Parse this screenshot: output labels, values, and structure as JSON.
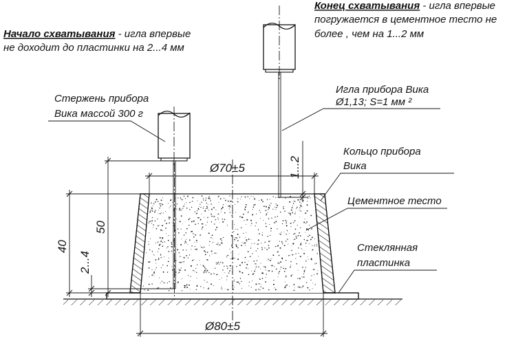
{
  "labels": {
    "start_title": "Начало схватывания",
    "start_text_1": " - игла впервые",
    "start_text_2": "не доходит до пластинки на 2...4  мм",
    "end_title": "Конец схватывания",
    "end_text_1": " - игла впервые",
    "end_text_2": "погружается в цементное тесто не",
    "end_text_3": "более , чем на  1...2  мм",
    "rod_1": "Стержень прибора",
    "rod_2": "Вика массой  300  г",
    "needle_1": "Игла прибора Вика",
    "needle_2": "Ø1,13; S=1  мм ²",
    "ring_1": "Кольцо прибора",
    "ring_2": "Вика",
    "paste": "Цементное тесто",
    "plate_1": "Стеклянная",
    "plate_2": "пластинка"
  },
  "dimensions": {
    "top_diameter": "Ø70±5",
    "bottom_diameter": "Ø80±5",
    "penetration_end": "1...2",
    "height_50": "50",
    "height_40": "40",
    "gap_start": "2...4"
  },
  "colors": {
    "line": "#111111",
    "background": "#ffffff"
  }
}
